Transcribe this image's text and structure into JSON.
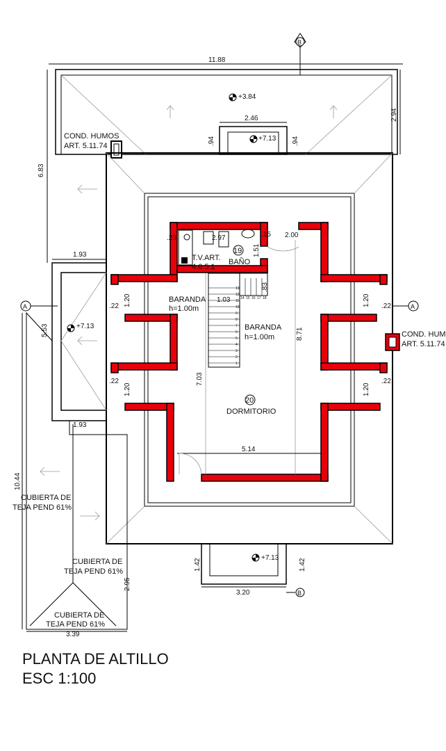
{
  "title": {
    "line1": "PLANTA DE ALTILLO",
    "line2": "ESC 1:100"
  },
  "colors": {
    "wall": "#e8000b",
    "line": "#000000",
    "hatch": "#999999"
  },
  "section_markers": {
    "a": "A",
    "b": "B"
  },
  "levels": {
    "roof_top": "+3.84",
    "chimney": "+7.13",
    "balcony_left": "+7.13",
    "balcony_bottom": "+7.13"
  },
  "rooms": [
    {
      "number": "19",
      "name": "BAÑO"
    },
    {
      "number": "20",
      "name": "DORMITORIO"
    }
  ],
  "notes": {
    "cond_humos_1": "COND. HUMOS",
    "cond_humos_art_1": "ART. 5.11.74",
    "cond_humos_2": "COND. HUMOS",
    "cond_humos_art_2": "ART. 5.11.74",
    "tv_art_1": "T.V.ART.",
    "tv_art_2": "4.6.5.1",
    "baranda_1": "BARANDA",
    "baranda_1_h": "h=1.00m",
    "baranda_2": "BARANDA",
    "baranda_2_h": "h=1.00m",
    "cubierta_1a": "CUBIERTA DE",
    "cubierta_1b": "TEJA PEND 61%",
    "cubierta_2a": "CUBIERTA DE",
    "cubierta_2b": "TEJA PEND 61%",
    "cubierta_3a": "CUBIERTA DE",
    "cubierta_3b": "TEJA PEND 61%"
  },
  "dimensions": {
    "total_width": "11.88",
    "right_top": "2.94",
    "left_top": "6.83",
    "chimney_w": "2.46",
    "chimney_l": ".94",
    "chimney_r": ".94",
    "balcony_top": "1.93",
    "balcony_bottom": "1.93",
    "balcony_h": "5.53",
    "left_total": "10.44",
    "bottom_left": "2.95",
    "bottom_left_w": "3.39",
    "bath_w": "2.97",
    "bath_h": "1.51",
    "door": "2.00",
    "stair_w": "1.03",
    "stair_h": ".83",
    "room_h": "7.03",
    "room_total_h": "8.71",
    "room_w": "5.14",
    "win_l1": "1.20",
    "win_l2": "1.20",
    "win_r1": "1.20",
    "win_r2": "1.20",
    "wall_l1": ".22",
    "wall_l2": ".22",
    "wall_r1": ".22",
    "wall_r2": ".22",
    "bath_left": ".23",
    "bath_right": ".15",
    "bottom_box_l": "1.42",
    "bottom_box_r": "1.42",
    "bottom_box_w": "3.20"
  },
  "stair_steps": [
    "1",
    "2",
    "3",
    "4",
    "5",
    "6",
    "7",
    "8",
    "9",
    "10",
    "11",
    "12",
    "13",
    "14",
    "15",
    "16",
    "17",
    "18"
  ]
}
